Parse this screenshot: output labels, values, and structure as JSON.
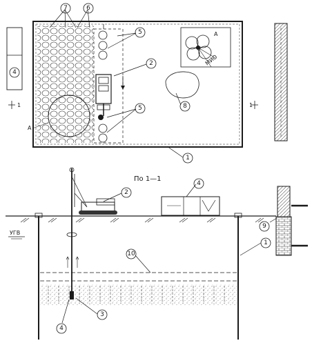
{
  "section_title": "По 1—1",
  "groundwater_label": "УГВ",
  "callout_labels": [
    "7",
    "6",
    "5",
    "2",
    "5",
    "8",
    "1",
    "4",
    "2",
    "4",
    "9",
    "1",
    "10",
    "3",
    "4"
  ],
  "section_marks": {
    "left": "1",
    "right": "1",
    "detail": "А"
  },
  "detail_view_label": "А",
  "detail_view_text": "МИО",
  "colors": {
    "ink": "#1a1a1a",
    "background": "#ffffff",
    "hatch": "#555555",
    "stipple": "#7a7a7a"
  }
}
